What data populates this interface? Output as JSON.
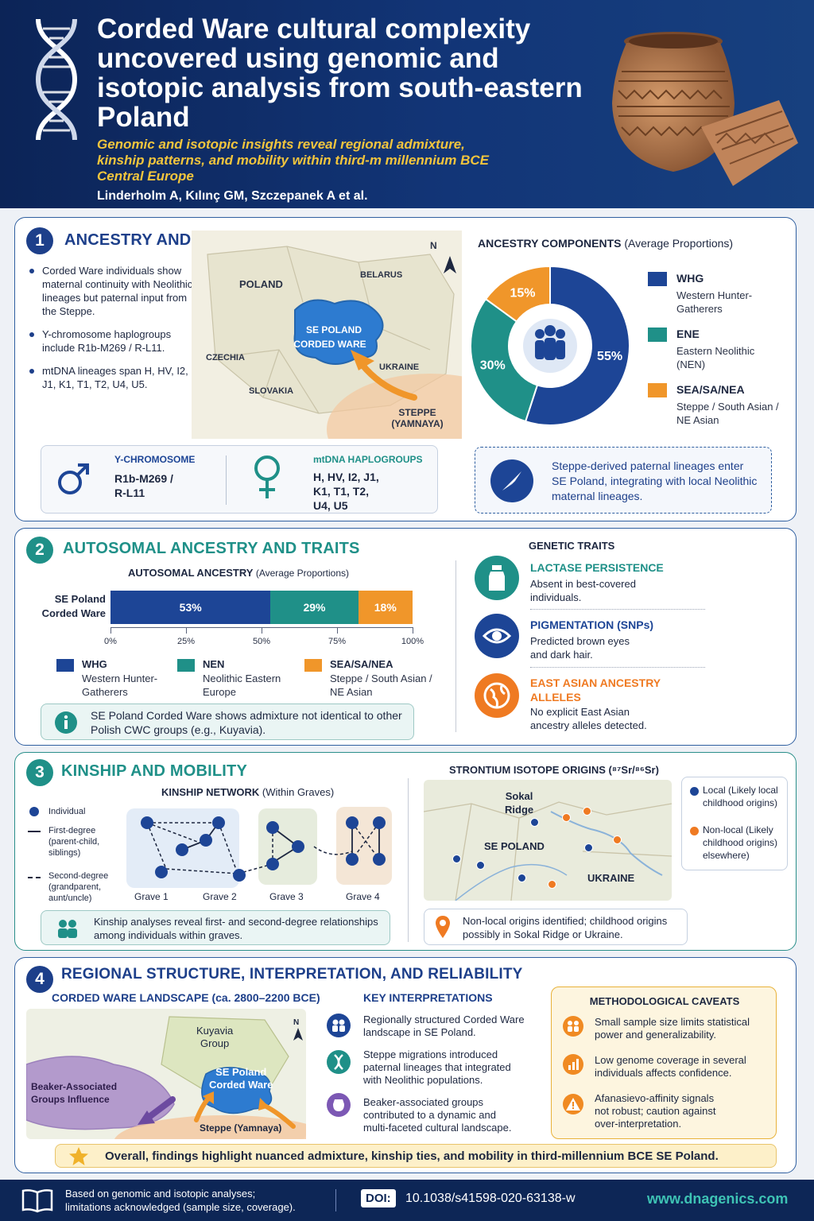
{
  "header": {
    "title": "Corded Ware cultural complexity uncovered using genomic and isotopic analysis from south-eastern Poland",
    "subtitle": "Genomic and isotopic insights reveal regional admixture, kinship patterns, and mobility within third-m millennium BCE Central Europe",
    "authors": "Linderholm A, Kılınç GM, Szczepanek A et al."
  },
  "section1": {
    "number": "1",
    "title": "ANCESTRY AND MIGRATIONS",
    "bullets": [
      "Corded Ware individuals show maternal continuity with Neolithic lineages but paternal input from the Steppe.",
      "Y-chromosome haplogroups include R1b-M269 / R-L11.",
      "mtDNA lineages span H, HV, I2, J1, K1, T1, T2, U4, U5."
    ],
    "map": {
      "poland": "POLAND",
      "belarus": "BELARUS",
      "czechia": "CZECHIA",
      "slovakia": "SLOVAKIA",
      "ukraine": "UKRAINE",
      "region_line1": "SE POLAND",
      "region_line2": "CORDED WARE",
      "steppe_line1": "STEPPE",
      "steppe_line2": "(YAMNAYA)",
      "north": "N"
    },
    "donut": {
      "title": "ANCESTRY COMPONENTS",
      "title_note": "(Average Proportions)",
      "slices": [
        {
          "label": "55%",
          "value": 55,
          "color": "#1d4596"
        },
        {
          "label": "30%",
          "value": 30,
          "color": "#1f9088"
        },
        {
          "label": "15%",
          "value": 15,
          "color": "#f0962a"
        }
      ],
      "legend": [
        {
          "name": "WHG",
          "desc1": "Western Hunter-",
          "desc2": "Gatherers",
          "color": "#1d4596"
        },
        {
          "name": "ENE",
          "desc1": "Eastern Neolithic",
          "desc2": "(NEN)",
          "color": "#1f9088"
        },
        {
          "name": "SEA/SA/NEA",
          "desc1": "Steppe / South Asian /",
          "desc2": "NE Asian",
          "color": "#f0962a"
        }
      ]
    },
    "ychrom": {
      "head": "Y-CHROMOSOME",
      "line1": "R1b-M269 /",
      "line2": "R-L11"
    },
    "mtdna": {
      "head": "mtDNA HAPLOGROUPS",
      "line1": "H, HV, I2, J1,",
      "line2": "K1, T1, T2,",
      "line3": "U4, U5"
    },
    "note": "Steppe-derived paternal lineages enter SE Poland, integrating with local Neolithic maternal lineages."
  },
  "section2": {
    "number": "2",
    "title": "AUTOSOMAL ANCESTRY AND TRAITS",
    "bar_title": "AUTOSOMAL ANCESTRY",
    "bar_title_note": "(Average Proportions)",
    "row_label1": "SE Poland",
    "row_label2": "Corded Ware",
    "chart_data": {
      "type": "bar",
      "title": "AUTOSOMAL ANCESTRY (Average Proportions)",
      "categories": [
        "SE Poland Corded Ware"
      ],
      "series": [
        {
          "name": "WHG",
          "values": [
            53
          ]
        },
        {
          "name": "NEN",
          "values": [
            29
          ]
        },
        {
          "name": "SEA/SA/NEA",
          "values": [
            18
          ]
        }
      ],
      "xlim": [
        0,
        100
      ],
      "ticks": [
        "0%",
        "25%",
        "50%",
        "75%",
        "100%"
      ],
      "segment_labels": [
        "53%",
        "29%",
        "18%"
      ]
    },
    "legend": [
      {
        "name": "WHG",
        "desc1": "Western Hunter-",
        "desc2": "Gatherers",
        "color": "#1d4596"
      },
      {
        "name": "NEN",
        "desc1": "Neolithic Eastern",
        "desc2": "Europe",
        "color": "#1f9088"
      },
      {
        "name": "SEA/SA/NEA",
        "desc1": "Steppe / South Asian /",
        "desc2": "NE Asian",
        "color": "#f0962a"
      }
    ],
    "info": "SE Poland Corded Ware shows admixture not identical to other Polish CWC groups (e.g., Kuyavia).",
    "traits_title": "GENETIC TRAITS",
    "traits": [
      {
        "name": "LACTASE PERSISTENCE",
        "desc1": "Absent in best-covered",
        "desc2": "individuals.",
        "color": "#1f9088"
      },
      {
        "name": "PIGMENTATION (SNPs)",
        "desc1": "Predicted brown eyes",
        "desc2": "and dark hair.",
        "color": "#1d4596"
      },
      {
        "name1": "EAST ASIAN ANCESTRY",
        "name2": "ALLELES",
        "desc1": "No explicit East Asian",
        "desc2": "ancestry alleles detected.",
        "color": "#ef7a22"
      }
    ]
  },
  "section3": {
    "number": "3",
    "title": "KINSHIP AND MOBILITY",
    "kin_title": "KINSHIP NETWORK",
    "kin_title_note": "(Within Graves)",
    "legend_individual": "Individual",
    "legend_first1": "First-degree",
    "legend_first2": "(parent-child,",
    "legend_first3": "siblings)",
    "legend_second1": "Second-degree",
    "legend_second2": "(grandparent,",
    "legend_second3": "aunt/uncle)",
    "graves": [
      "Grave 1",
      "Grave 2",
      "Grave 3",
      "Grave 4"
    ],
    "kin_note": "Kinship analyses reveal first- and second-degree relationships among individuals within graves.",
    "iso_title": "STRONTIUM ISOTOPE ORIGINS (⁸⁷Sr/⁸⁶Sr)",
    "iso_map": {
      "sokal1": "Sokal",
      "sokal2": "Ridge",
      "sepoland": "SE POLAND",
      "ukraine": "UKRAINE"
    },
    "iso_legend": {
      "local1": "Local (Likely local",
      "local2": "childhood origins)",
      "nonlocal1": "Non-local (Likely",
      "nonlocal2": "childhood origins)",
      "nonlocal3": "elsewhere)",
      "local_color": "#1d4596",
      "nonlocal_color": "#ef7a22"
    },
    "iso_note": "Non-local origins identified; childhood origins possibly in Sokal Ridge or Ukraine."
  },
  "section4": {
    "number": "4",
    "title": "REGIONAL STRUCTURE, INTERPRETATION, AND RELIABILITY",
    "landscape_title": "CORDED WARE LANDSCAPE (ca. 2800–2200 BCE)",
    "map": {
      "kuyavia1": "Kuyavia",
      "kuyavia2": "Group",
      "se1": "SE Poland",
      "se2": "Corded Ware",
      "beaker1": "Beaker-Associated",
      "beaker2": "Groups Influence",
      "steppe": "Steppe (Yamnaya)",
      "north": "N"
    },
    "interp_title": "KEY INTERPRETATIONS",
    "interps": [
      {
        "l1": "Regionally structured Corded Ware",
        "l2": "landscape in SE Poland."
      },
      {
        "l1": "Steppe migrations introduced",
        "l2": "paternal lineages that integrated",
        "l3": "with Neolithic populations."
      },
      {
        "l1": "Beaker-associated groups",
        "l2": "contributed to a dynamic and",
        "l3": "multi-faceted cultural landscape."
      }
    ],
    "caveats_title": "METHODOLOGICAL CAVEATS",
    "caveats": [
      {
        "l1": "Small sample size limits statistical",
        "l2": "power and generalizability."
      },
      {
        "l1": "Low genome coverage in several",
        "l2": "individuals affects confidence."
      },
      {
        "l1": "Afanasievo-affinity signals",
        "l2": "not robust; caution against",
        "l3": "over-interpretation."
      }
    ],
    "summary": "Overall, findings highlight nuanced admixture, kinship ties, and mobility in third-millennium BCE SE Poland."
  },
  "footer": {
    "basis1": "Based on genomic and isotopic analyses;",
    "basis2": "limitations acknowledged (sample size, coverage).",
    "doi_label": "DOI:",
    "doi": "10.1038/s41598-020-63138-w",
    "site": "www.dnagenics.com"
  }
}
